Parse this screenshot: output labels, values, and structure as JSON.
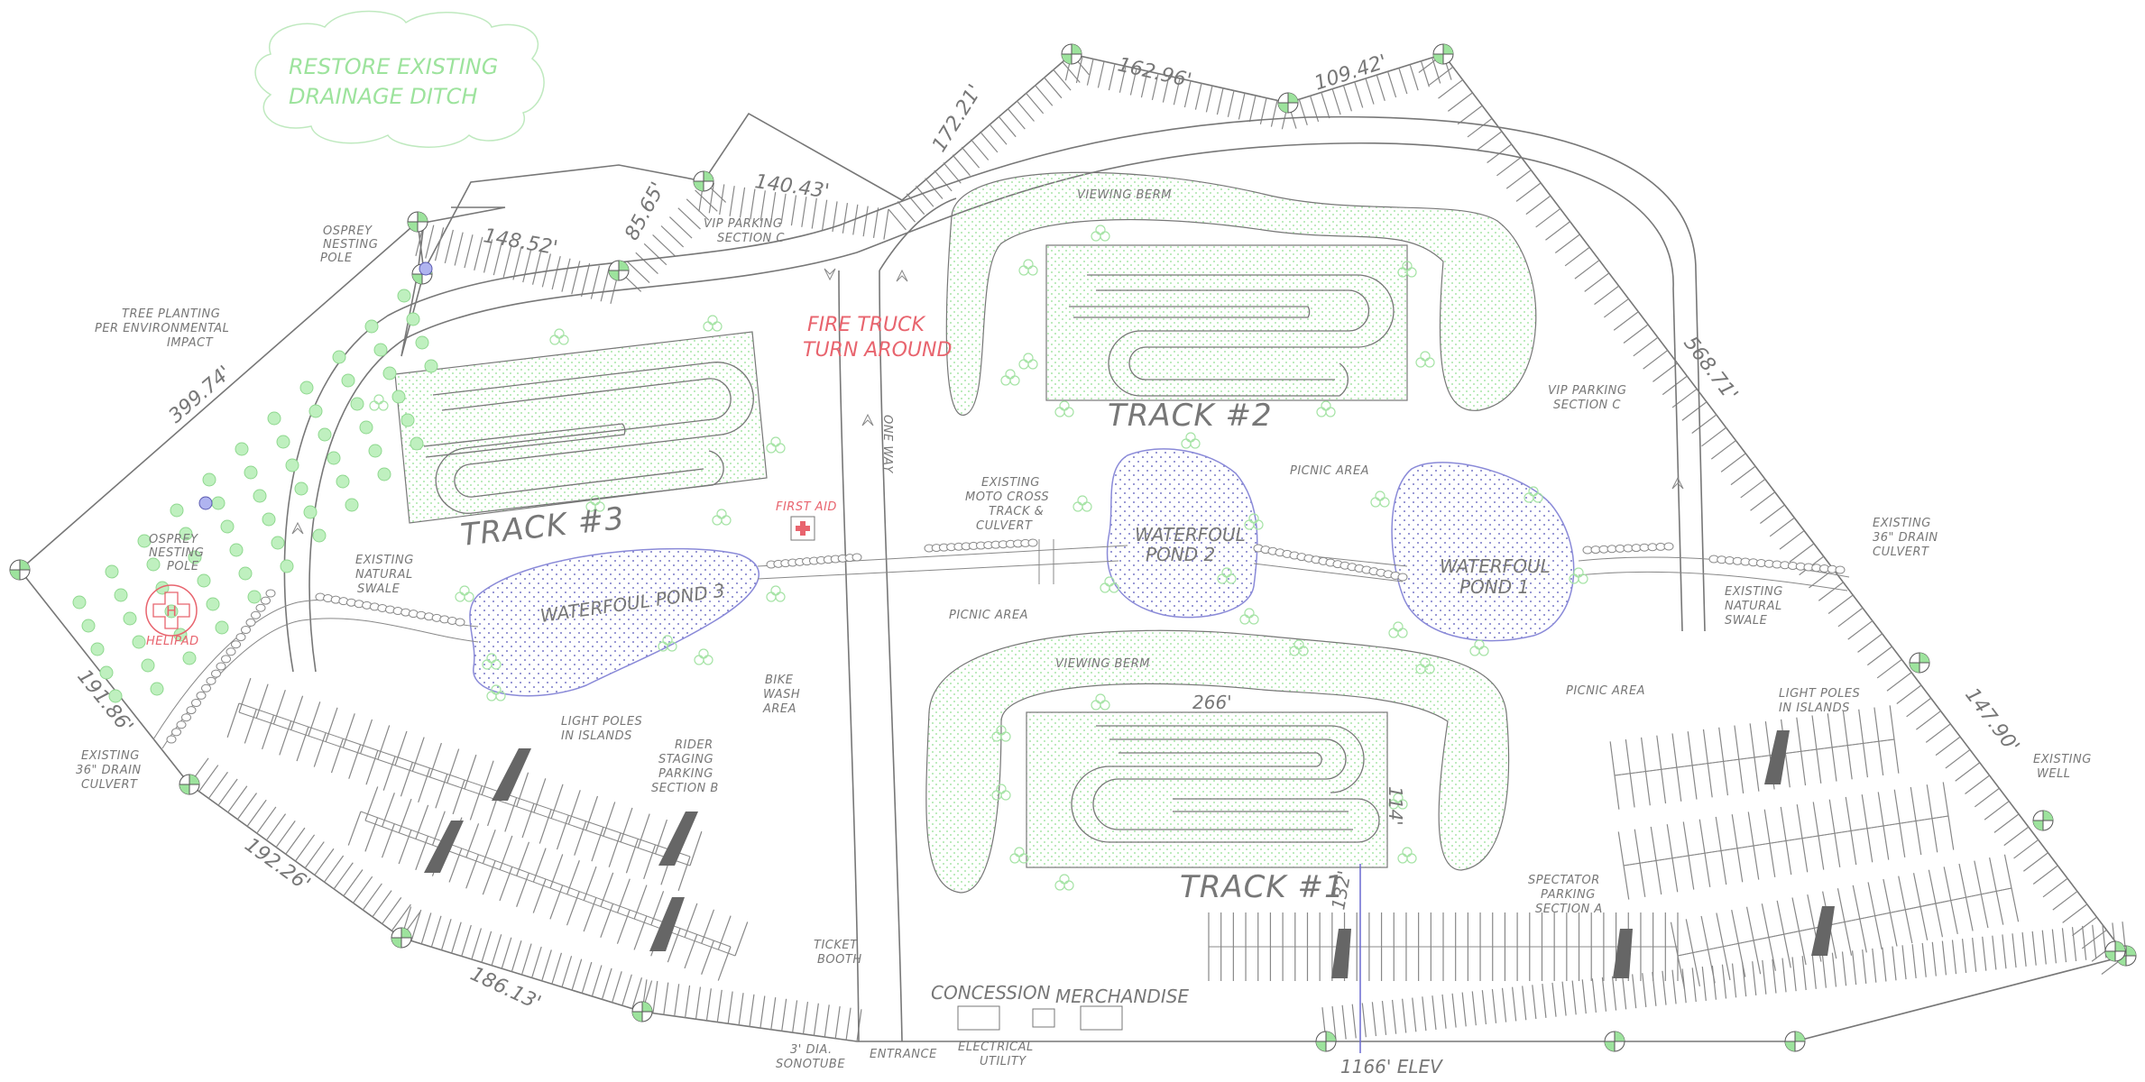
{
  "cloud_note": [
    "RESTORE EXISTING",
    "DRAINAGE DITCH"
  ],
  "tracks": {
    "t1": "TRACK #1",
    "t2": "TRACK #2",
    "t3": "TRACK #3"
  },
  "ponds": {
    "p1": [
      "WATERFOUL",
      "POND 1"
    ],
    "p2": [
      "WATERFOUL",
      "POND 2"
    ],
    "p3": "WATERFOUL POND 3"
  },
  "fire_truck": [
    "FIRE TRUCK",
    "TURN AROUND"
  ],
  "first_aid": "FIRST AID",
  "helipad": "HELIPAD",
  "one_way": "ONE WAY",
  "labels": {
    "osprey_top": [
      "OSPREY",
      "NESTING",
      "POLE"
    ],
    "osprey_mid": [
      "OSPREY",
      "NESTING",
      "POLE"
    ],
    "tree_planting": [
      "TREE PLANTING",
      "PER ENVIRONMENTAL",
      "IMPACT"
    ],
    "vip_c_left": [
      "VIP PARKING",
      "SECTION C"
    ],
    "vip_c_right": [
      "VIP PARKING",
      "SECTION C"
    ],
    "viewing_berm_top": "VIEWING BERM",
    "viewing_berm_bottom": "VIEWING BERM",
    "picnic_top": "PICNIC AREA",
    "picnic_mid": "PICNIC AREA",
    "picnic_right": "PICNIC AREA",
    "moto_cross": [
      "EXISTING",
      "MOTO CROSS",
      "TRACK &",
      "CULVERT"
    ],
    "swale_left": [
      "EXISTING",
      "NATURAL",
      "SWALE"
    ],
    "swale_right": [
      "EXISTING",
      "NATURAL",
      "SWALE"
    ],
    "culvert_right": [
      "EXISTING",
      "36\" DRAIN",
      "CULVERT"
    ],
    "culvert_left": [
      "EXISTING",
      "36\" DRAIN",
      "CULVERT"
    ],
    "bike_wash": [
      "BIKE",
      "WASH",
      "AREA"
    ],
    "light_poles_left": [
      "LIGHT POLES",
      "IN ISLANDS"
    ],
    "light_poles_right": [
      "LIGHT POLES",
      "IN ISLANDS"
    ],
    "rider_staging": [
      "RIDER",
      "STAGING",
      "PARKING",
      "SECTION B"
    ],
    "spectator": [
      "SPECTATOR",
      "PARKING",
      "SECTION A"
    ],
    "existing_well": [
      "EXISTING",
      "WELL"
    ],
    "ticket_booth": [
      "TICKET",
      "BOOTH"
    ],
    "sonotube": [
      "3' DIA.",
      "SONOTUBE"
    ],
    "entrance": "ENTRANCE",
    "electrical": [
      "ELECTRICAL",
      "UTILITY"
    ],
    "concession": "CONCESSION",
    "merchandise": "MERCHANDISE",
    "elevation": "1166' ELEV"
  },
  "dimensions": {
    "d148": "148.52'",
    "d85": "85.65'",
    "d140": "140.43'",
    "d172": "172.21'",
    "d162": "162.96'",
    "d109": "109.42'",
    "d568": "568.71'",
    "d147": "147.90'",
    "d399": "399.74'",
    "d191": "191.86'",
    "d192": "192.26'",
    "d186": "186.13'",
    "d266": "266'",
    "d114": "114'",
    "d132": "132'"
  },
  "colors": {
    "line": "#777777",
    "green": "#9de39d",
    "red": "#e8646e",
    "blue": "#8a8ad8"
  }
}
